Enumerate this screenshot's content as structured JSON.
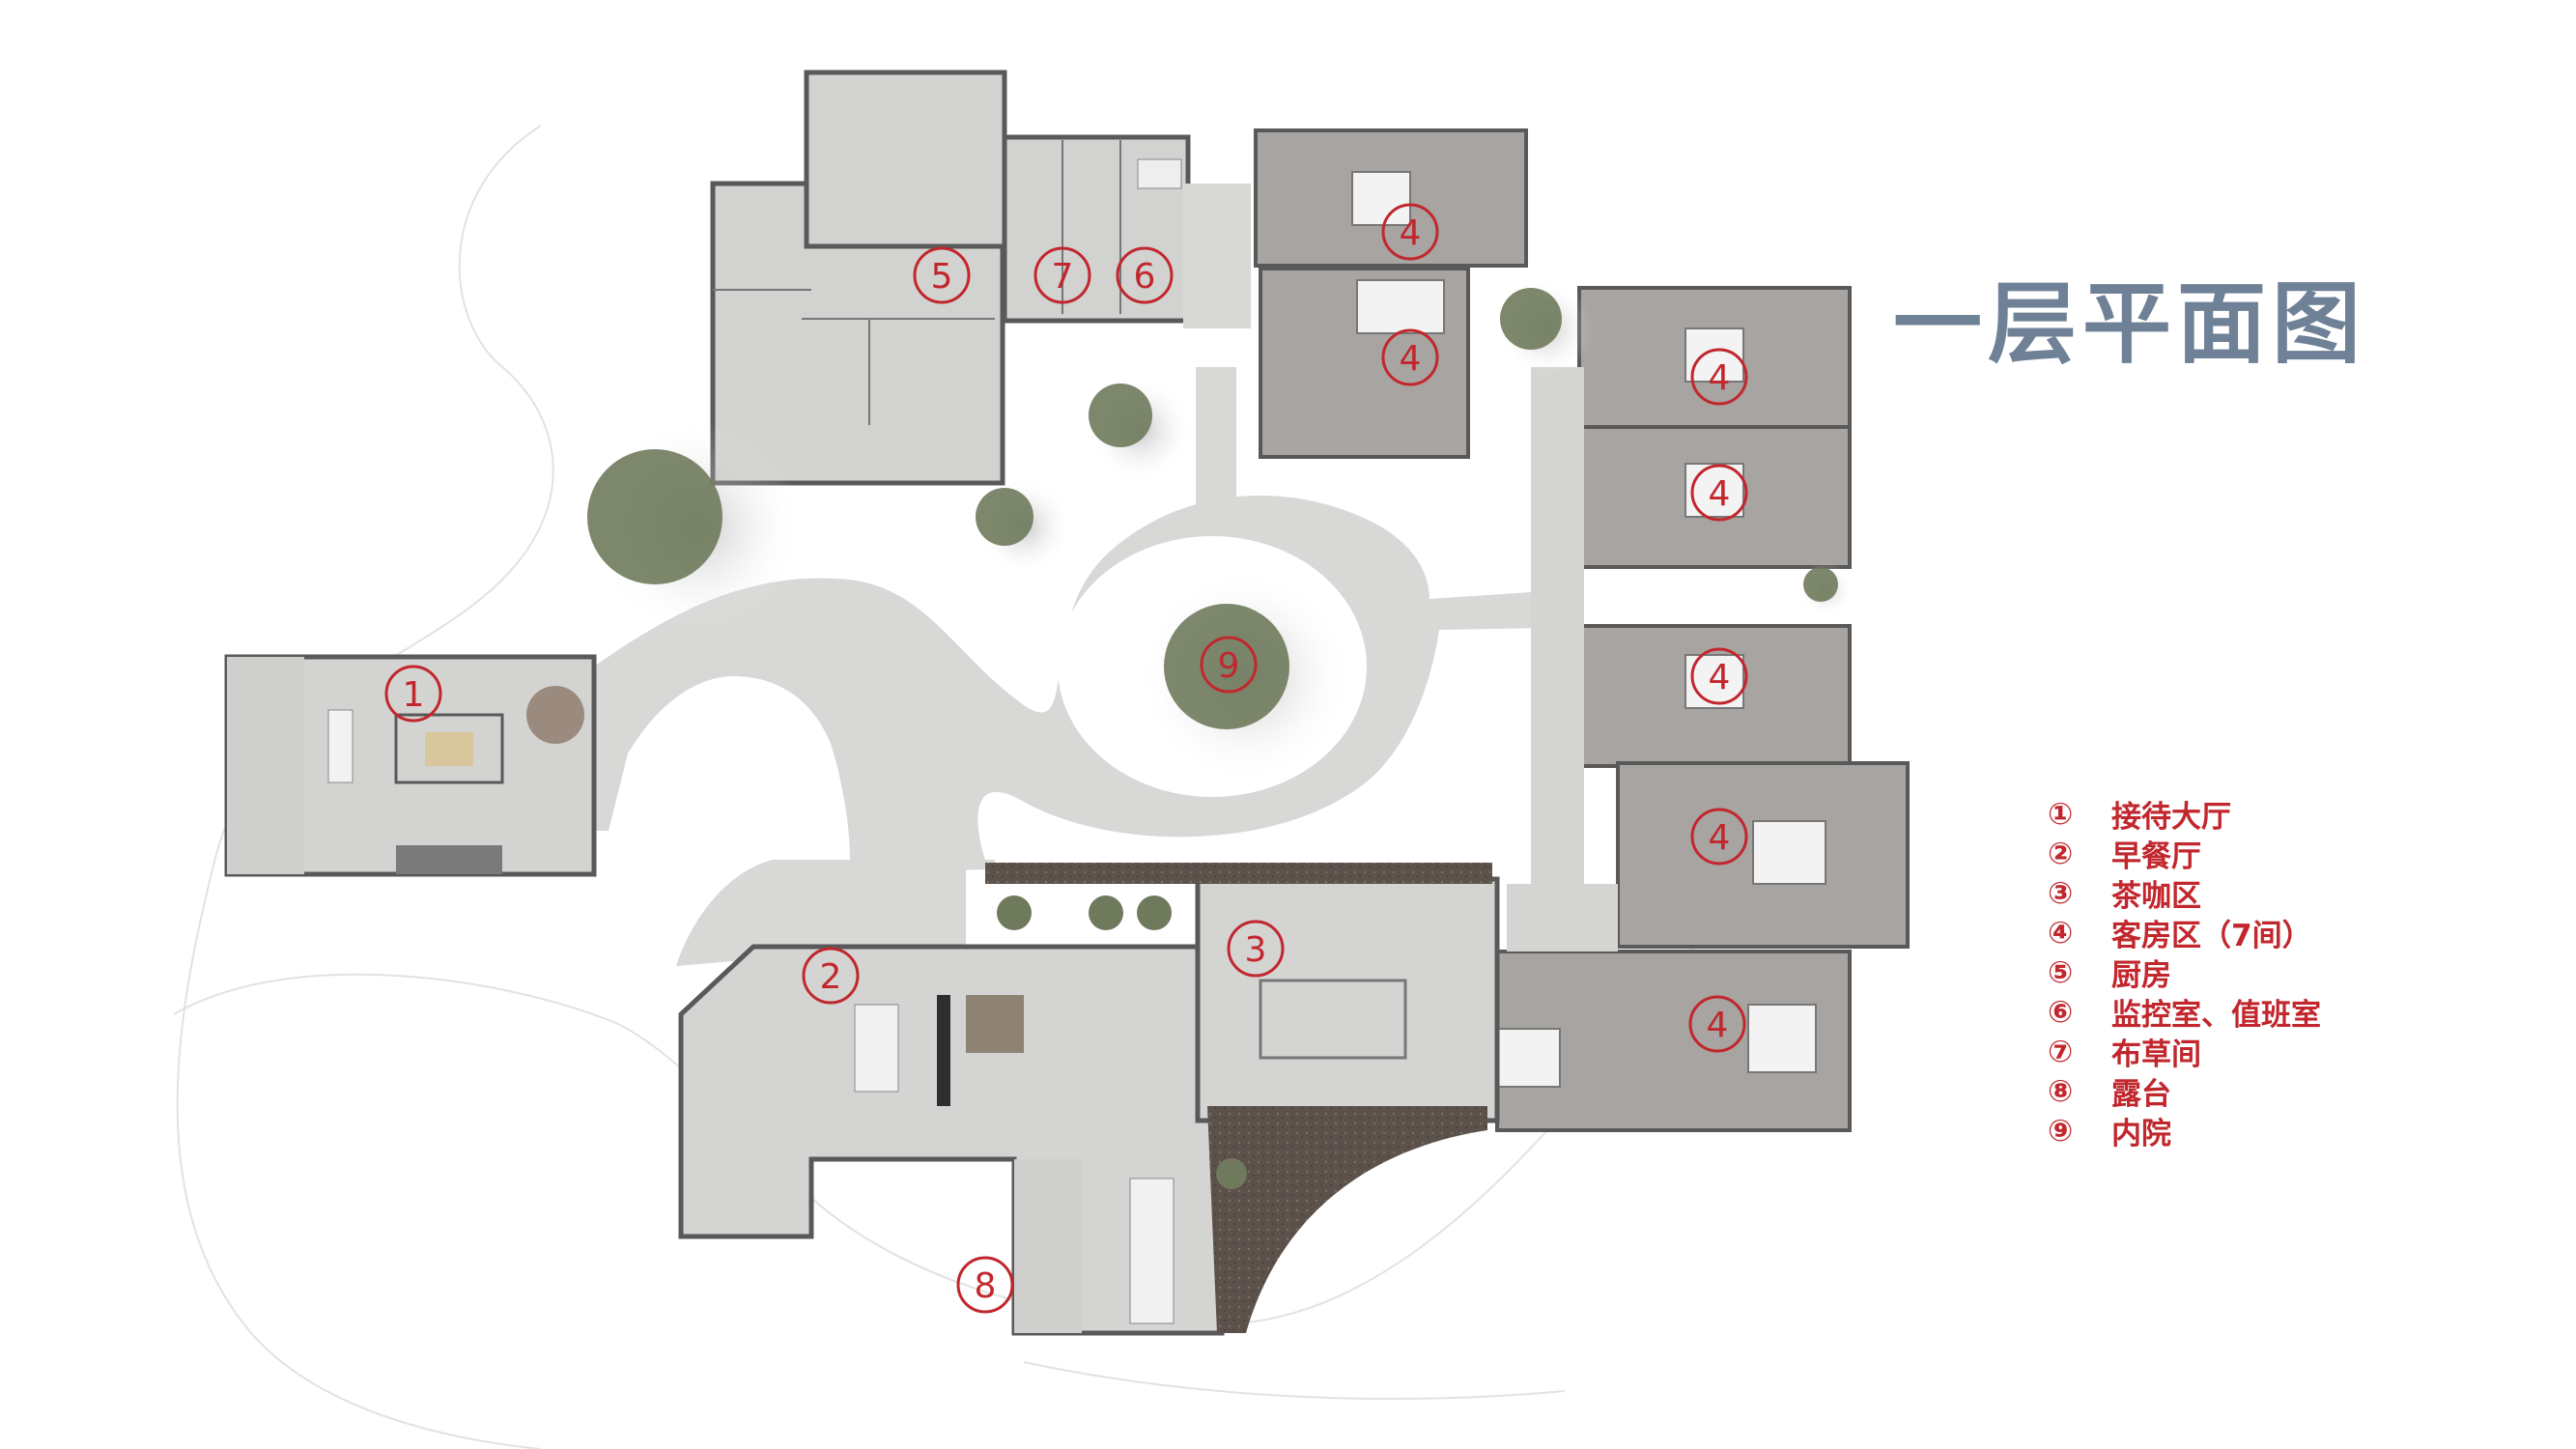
{
  "title": "一层平面图",
  "legend": [
    {
      "num": "①",
      "label": "接待大厅"
    },
    {
      "num": "②",
      "label": "早餐厅"
    },
    {
      "num": "③",
      "label": "茶咖区"
    },
    {
      "num": "④",
      "label": "客房区（7间）"
    },
    {
      "num": "⑤",
      "label": "厨房"
    },
    {
      "num": "⑥",
      "label": "监控室、值班室"
    },
    {
      "num": "⑦",
      "label": "布草间"
    },
    {
      "num": "⑧",
      "label": "露台"
    },
    {
      "num": "⑨",
      "label": "内院"
    }
  ],
  "markers": [
    {
      "id": "1",
      "zone": "接待大厅"
    },
    {
      "id": "2",
      "zone": "早餐厅"
    },
    {
      "id": "3",
      "zone": "茶咖区"
    },
    {
      "id": "4",
      "zone": "客房区",
      "count": 7
    },
    {
      "id": "5",
      "zone": "厨房"
    },
    {
      "id": "6",
      "zone": "监控室、值班室"
    },
    {
      "id": "7",
      "zone": "布草间"
    },
    {
      "id": "8",
      "zone": "露台"
    },
    {
      "id": "9",
      "zone": "内院"
    }
  ],
  "colors": {
    "marker": "#c1272d",
    "title": "#6f8196",
    "floor": "#d3d3d1",
    "wall": "#595959",
    "path": "#d9d9d7",
    "guestroom": "#a6a3a0",
    "terrace": "#5a504a",
    "tree": "#6f7a5c"
  }
}
